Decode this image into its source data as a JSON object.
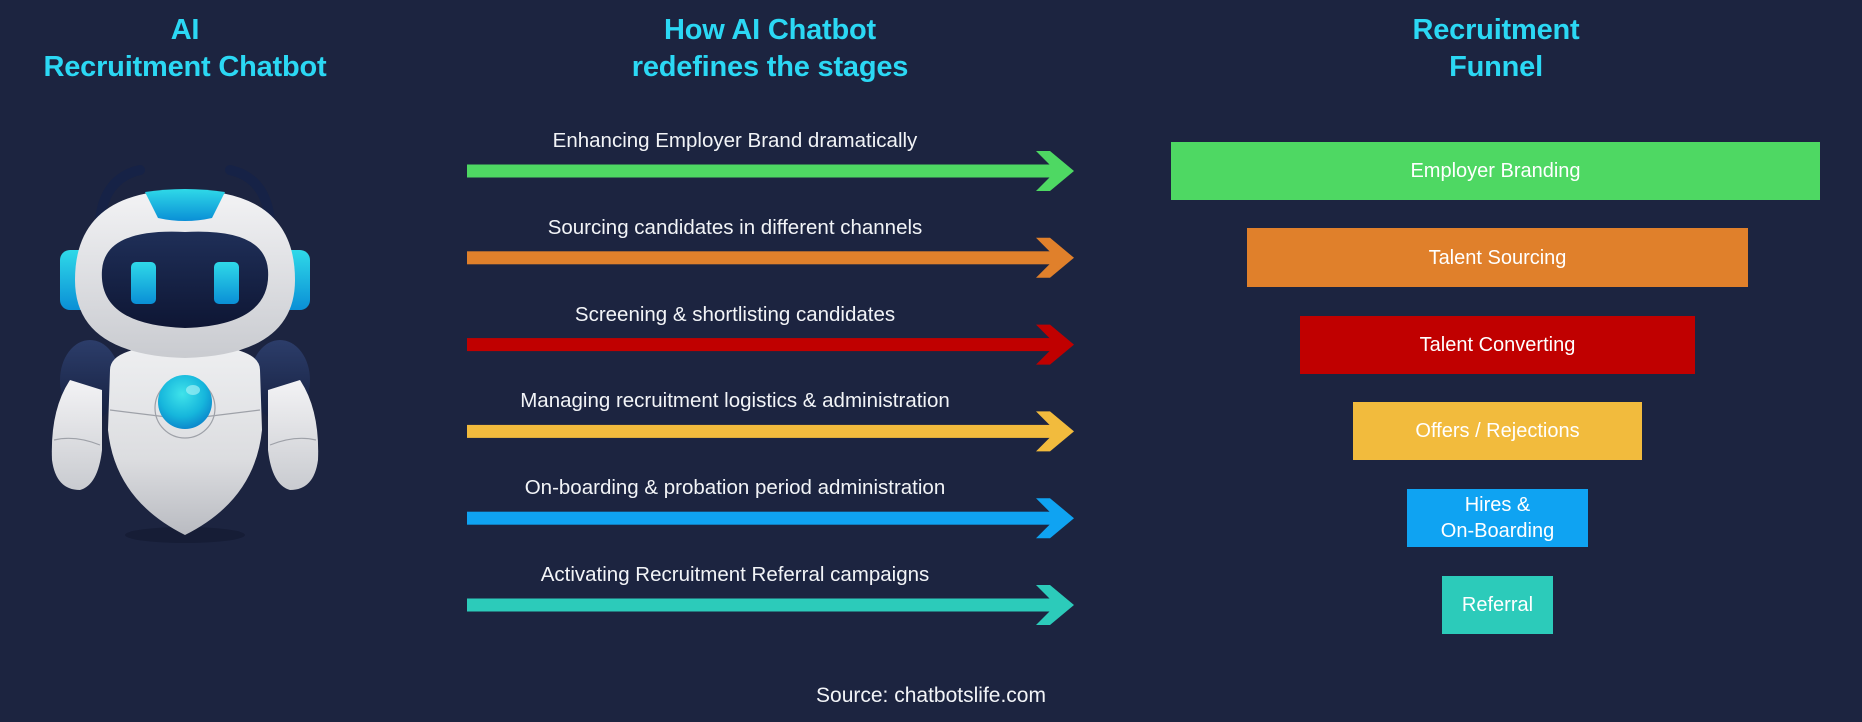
{
  "titles": {
    "left": [
      "AI",
      "Recruitment Chatbot"
    ],
    "middle": [
      "How AI Chatbot",
      "redefines the stages"
    ],
    "right": [
      "Recruitment",
      "Funnel"
    ]
  },
  "colors": {
    "background": "#1c2440",
    "title": "#2bd8f4",
    "stage_green": "#4ed863",
    "stage_orange": "#e0802b",
    "stage_red": "#c00000",
    "stage_yellow": "#f2bb3d",
    "stage_blue": "#0fa3f2",
    "stage_teal": "#2ccbba"
  },
  "stages": [
    {
      "action": "Enhancing Employer Brand dramatically",
      "funnel": "Employer Branding",
      "color": "#4ed863"
    },
    {
      "action": "Sourcing candidates in different channels",
      "funnel": "Talent Sourcing",
      "color": "#e0802b"
    },
    {
      "action": "Screening & shortlisting candidates",
      "funnel": "Talent Converting",
      "color": "#c00000"
    },
    {
      "action": "Managing recruitment logistics & administration",
      "funnel": "Offers / Rejections",
      "color": "#f2bb3d"
    },
    {
      "action": "On-boarding & probation period administration",
      "funnel": "Hires &\nOn-Boarding",
      "funnel_lines": [
        "Hires &",
        "On-Boarding"
      ],
      "color": "#0fa3f2"
    },
    {
      "action": "Activating Recruitment Referral campaigns",
      "funnel": "Referral",
      "color": "#2ccbba"
    }
  ],
  "robot": {
    "icon": "robot-icon"
  },
  "source": "Source: chatbotslife.com"
}
